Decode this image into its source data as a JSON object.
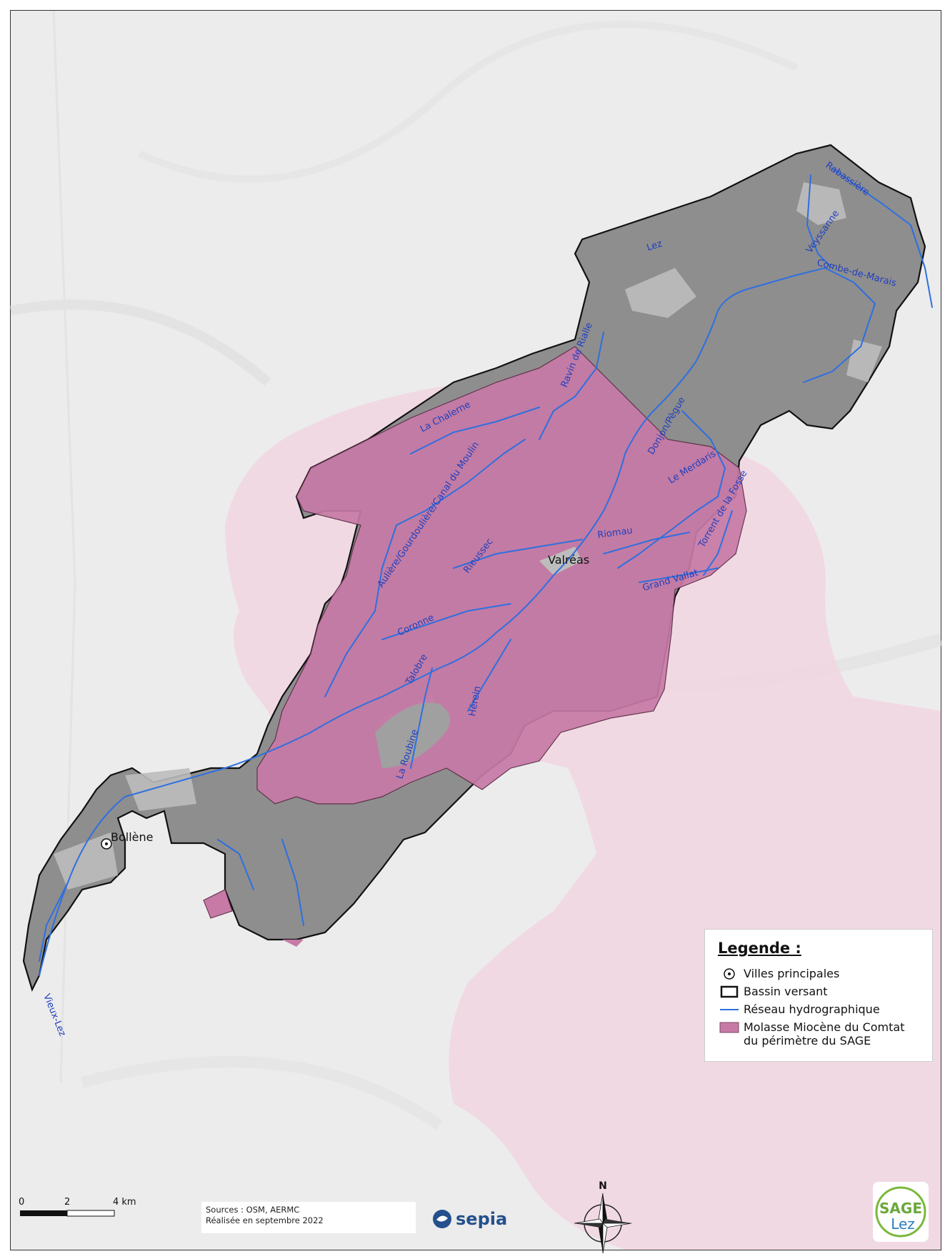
{
  "towns": [
    {
      "name": "Valréas"
    },
    {
      "name": "Bollène"
    }
  ],
  "rivers": [
    {
      "name": "Rabassière"
    },
    {
      "name": "Veyssanne"
    },
    {
      "name": "Lez"
    },
    {
      "name": "Combe-de-Marais"
    },
    {
      "name": "Ravin de Rialle"
    },
    {
      "name": "La Chalerne"
    },
    {
      "name": "Donjon/Pègue"
    },
    {
      "name": "Le Merdaris"
    },
    {
      "name": "Torrent de la Fosse"
    },
    {
      "name": "Aulière/Gourdoulière/Canal du Moulin"
    },
    {
      "name": "Rieussec"
    },
    {
      "name": "Riomau"
    },
    {
      "name": "Grand Vallat"
    },
    {
      "name": "Coronne"
    },
    {
      "name": "Talobre"
    },
    {
      "name": "Hérein"
    },
    {
      "name": "La Roubine"
    },
    {
      "name": "Vieux-Lez"
    }
  ],
  "legend": {
    "title": "Legende :",
    "items": [
      {
        "label": "Villes principales",
        "icon": "town-point-icon"
      },
      {
        "label": "Bassin versant",
        "icon": "basin-outline-icon"
      },
      {
        "label": "Réseau hydrographique",
        "icon": "river-line-icon"
      },
      {
        "label": "Molasse Miocène du Comtat\ndu périmètre du SAGE",
        "icon": "molasse-area-icon",
        "color": "#c77aa6"
      }
    ]
  },
  "scale": {
    "ticks": [
      "0",
      "2",
      "4 km"
    ]
  },
  "sources": {
    "line1": "Sources : OSM, AERMC",
    "line2": "Réalisée en septembre 2022"
  },
  "north_label": "N",
  "logos": {
    "sepia": "sepia",
    "sage_main": "SAGE",
    "sage_sub": "Lez"
  },
  "colors": {
    "basin": "#8e8e8e",
    "molasse": "#c77aa6",
    "molasse_regional": "#f2d6e2",
    "river": "#2f6fe0",
    "label": "#1f3fbf",
    "background": "#ececec"
  }
}
